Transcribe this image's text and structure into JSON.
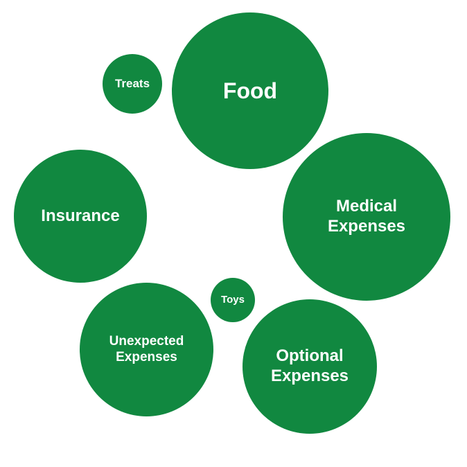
{
  "diagram": {
    "bubble_color": "#118840",
    "text_color": "#ffffff",
    "bubbles": [
      {
        "id": "food",
        "label": "Food"
      },
      {
        "id": "treats",
        "label": "Treats"
      },
      {
        "id": "medical",
        "label": "Medical Expenses"
      },
      {
        "id": "insurance",
        "label": "Insurance"
      },
      {
        "id": "toys",
        "label": "Toys"
      },
      {
        "id": "unexpected",
        "label": "Unexpected Expenses"
      },
      {
        "id": "optional",
        "label": "Optional Expenses"
      }
    ]
  }
}
